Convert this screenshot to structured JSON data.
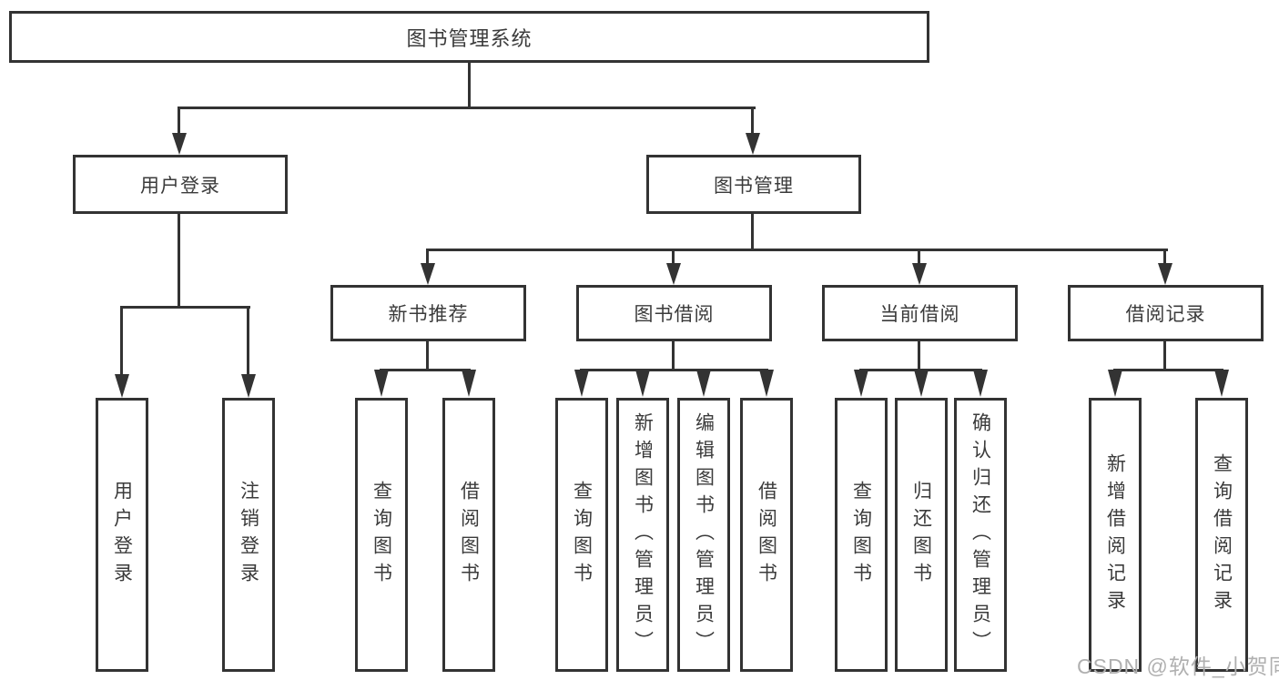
{
  "diagram": {
    "root": {
      "label": "图书管理系统"
    },
    "branches": [
      {
        "label": "用户登录",
        "children": [
          {
            "label": "用户登录"
          },
          {
            "label": "注销登录"
          }
        ]
      },
      {
        "label": "图书管理",
        "children": [
          {
            "label": "新书推荐",
            "children": [
              {
                "label": "查询图书"
              },
              {
                "label": "借阅图书"
              }
            ]
          },
          {
            "label": "图书借阅",
            "children": [
              {
                "label": "查询图书"
              },
              {
                "label": "新增图书（管理员）"
              },
              {
                "label": "编辑图书（管理员）"
              },
              {
                "label": "借阅图书"
              }
            ]
          },
          {
            "label": "当前借阅",
            "children": [
              {
                "label": "查询图书"
              },
              {
                "label": "归还图书"
              },
              {
                "label": "确认归还（管理员）"
              }
            ]
          },
          {
            "label": "借阅记录",
            "children": [
              {
                "label": "新增借阅记录"
              },
              {
                "label": "查询借阅记录"
              }
            ]
          }
        ]
      }
    ],
    "watermark": "CSDN @软件_小贺同学",
    "colors": {
      "line": "#333333",
      "text": "#3b3b3b",
      "box_bg": "#ffffff",
      "watermark": "#b0b0b0"
    }
  }
}
